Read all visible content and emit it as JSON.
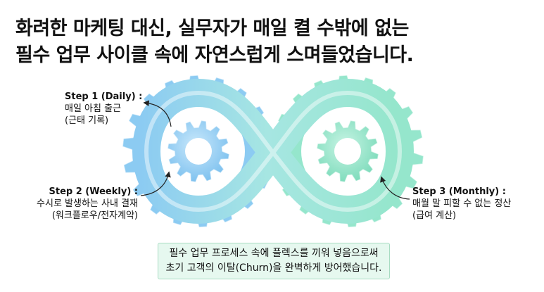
{
  "headline": {
    "line1": "화려한 마케팅 대신, 실무자가 매일 켤 수밖에 없는",
    "line2": "필수 업무 사이클 속에 자연스럽게 스며들었습니다."
  },
  "steps": [
    {
      "title": "Step 1 (Daily) :",
      "lines": [
        "매일 아침 출근",
        "(근태 기록)"
      ]
    },
    {
      "title": "Step 2 (Weekly) :",
      "lines": [
        "수시로 발생하는 사내 결재",
        "(워크플로우/전자계약)"
      ]
    },
    {
      "title": "Step 3 (Monthly) :",
      "lines": [
        "매월 말 피할 수 없는 정산",
        "(급여 계산)"
      ]
    }
  ],
  "callout": {
    "line1": "필수 업무 프로세스 속에 플렉스를 끼워 넣음으로써",
    "line2": "초기 고객의 이탈(Churn)을 완벽하게 방어했습니다."
  },
  "colors": {
    "blue_gear": "#8ccbf2",
    "green_gear": "#95e6cc",
    "callout_bg": "#e6f8ef",
    "callout_border": "#a8dcc2",
    "arrow": "#222222"
  }
}
